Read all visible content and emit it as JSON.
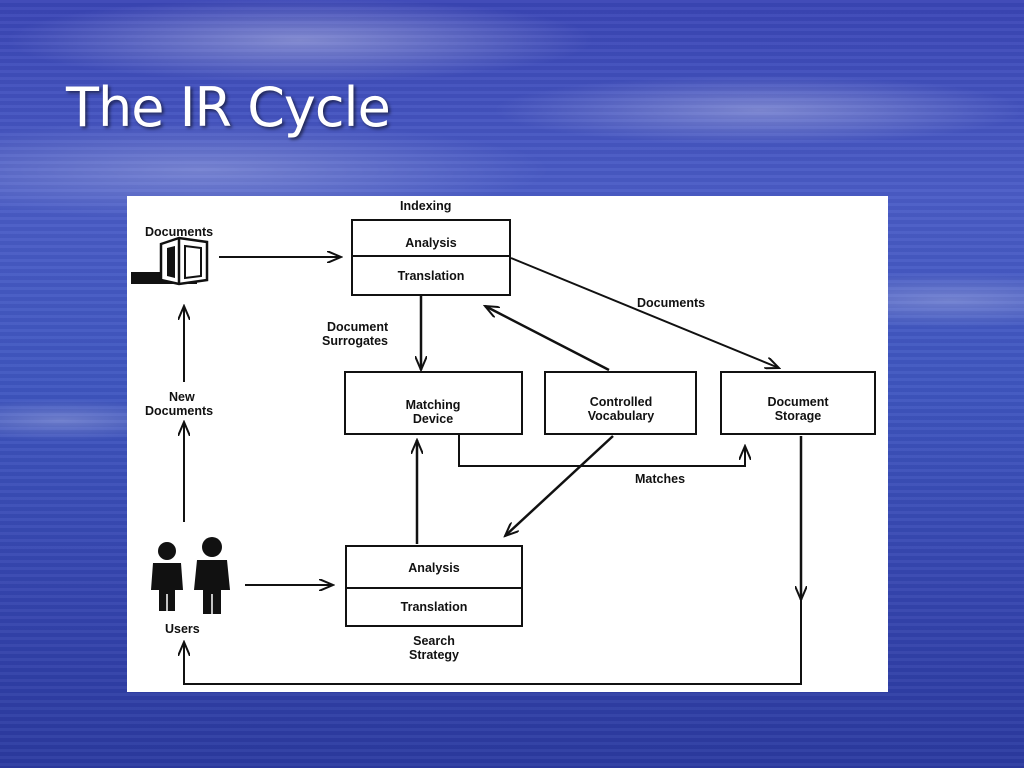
{
  "slide": {
    "title": "The IR Cycle"
  },
  "diagram": {
    "indexing_label": "Indexing",
    "documents_label": "Documents",
    "new_documents_line1": "New",
    "new_documents_line2": "Documents",
    "users_label": "Users",
    "indexing_box": {
      "row1": "Analysis",
      "row2": "Translation"
    },
    "surrogates_line1": "Document",
    "surrogates_line2": "Surrogates",
    "documents_edge_label": "Documents",
    "matching_line1": "Matching",
    "matching_line2": "Device",
    "vocab_line1": "Controlled",
    "vocab_line2": "Vocabulary",
    "storage_line1": "Document",
    "storage_line2": "Storage",
    "matches_label": "Matches",
    "search_box": {
      "row1": "Analysis",
      "row2": "Translation"
    },
    "search_strategy_line1": "Search",
    "search_strategy_line2": "Strategy"
  }
}
